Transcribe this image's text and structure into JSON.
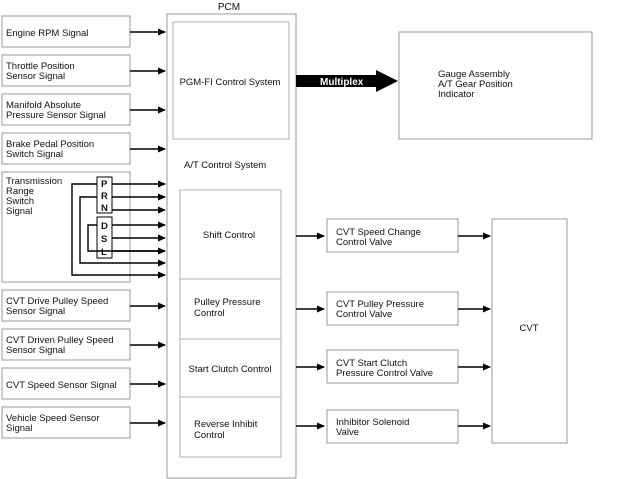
{
  "pcm": {
    "title": "PCM",
    "pgm_fi": "PGM-FI Control System",
    "at_control": "A/T Control System",
    "shift_control": "Shift Control",
    "pulley_pressure": [
      "Pulley Pressure",
      "Control"
    ],
    "start_clutch": "Start Clutch Control",
    "reverse_inhibit": [
      "Reverse Inhibit",
      "Control"
    ]
  },
  "inputs": {
    "engine_rpm": [
      "Engine RPM Signal"
    ],
    "throttle": [
      "Throttle Position",
      "Sensor Signal"
    ],
    "map": [
      "Manifold Absolute",
      "Pressure Sensor Signal"
    ],
    "brake": [
      "Brake Pedal Position",
      "Switch Signal"
    ],
    "trs": [
      "Transmission",
      "Range",
      "Switch",
      "Signal"
    ],
    "drive_pulley": [
      "CVT Drive Pulley Speed",
      "Sensor Signal"
    ],
    "driven_pulley": [
      "CVT Driven Pulley Speed",
      "Sensor Signal"
    ],
    "cvt_speed": [
      "CVT Speed Sensor Signal"
    ],
    "vehicle_speed": [
      "Vehicle Speed Sensor",
      "Signal"
    ]
  },
  "gears": [
    "P",
    "R",
    "N",
    "D",
    "S",
    "L"
  ],
  "multiplex": "Multiplex",
  "gauge": [
    "Gauge Assembly",
    "",
    "A/T Gear Position",
    "Indicator"
  ],
  "outputs": {
    "speed_change": [
      "CVT Speed Change",
      "Control Valve"
    ],
    "pulley_pressure": [
      "CVT Pulley Pressure",
      "Control Valve"
    ],
    "start_clutch": [
      "CVT Start Clutch",
      "Pressure Control Valve"
    ],
    "inhibitor": [
      "Inhibitor Solenoid",
      "Valve"
    ]
  },
  "cvt": "CVT"
}
